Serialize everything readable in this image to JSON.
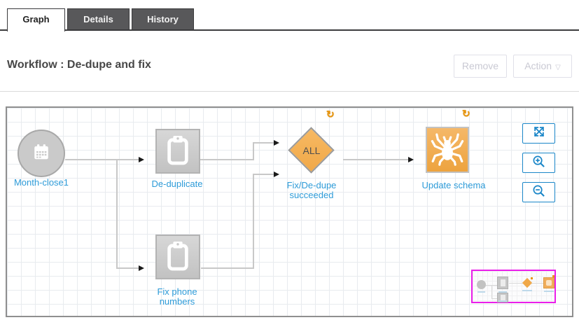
{
  "tabs": [
    {
      "label": "Graph",
      "active": true
    },
    {
      "label": "Details",
      "active": false
    },
    {
      "label": "History",
      "active": false
    }
  ],
  "header": {
    "title": "Workflow : De-dupe and fix",
    "remove_button": "Remove",
    "action_button": "Action",
    "action_caret": "▽"
  },
  "canvas": {
    "nodes": [
      {
        "label": "Month-close1",
        "type": "schedule-trigger",
        "shape": "circle",
        "icon": "calendar-icon"
      },
      {
        "label": "De-duplicate",
        "type": "job",
        "shape": "square",
        "icon": "clipboard-icon"
      },
      {
        "label": "Fix phone numbers",
        "type": "job",
        "shape": "square",
        "icon": "clipboard-icon"
      },
      {
        "label": "Fix/De-dupe succeeded",
        "type": "condition-trigger",
        "shape": "diamond",
        "text": "ALL",
        "badge": true
      },
      {
        "label": "Update schema",
        "type": "crawler",
        "shape": "orange-square",
        "icon": "spider-icon",
        "badge": true
      }
    ],
    "badge_glyph": "↻",
    "zoom_controls": [
      "fit-to-screen",
      "zoom-in",
      "zoom-out"
    ],
    "colors": {
      "node_label_blue": "#2d9bd8",
      "node_gray": "#c9c9c9",
      "node_orange": "#f2ab55",
      "arrow_line": "#c8c8c8",
      "arrowhead": "#1a1a1a",
      "zoom_accent": "#1a86c8",
      "minimap_border": "#ea1fea",
      "badge_orange": "#e8950c",
      "tab_dark": "#58585a"
    }
  }
}
